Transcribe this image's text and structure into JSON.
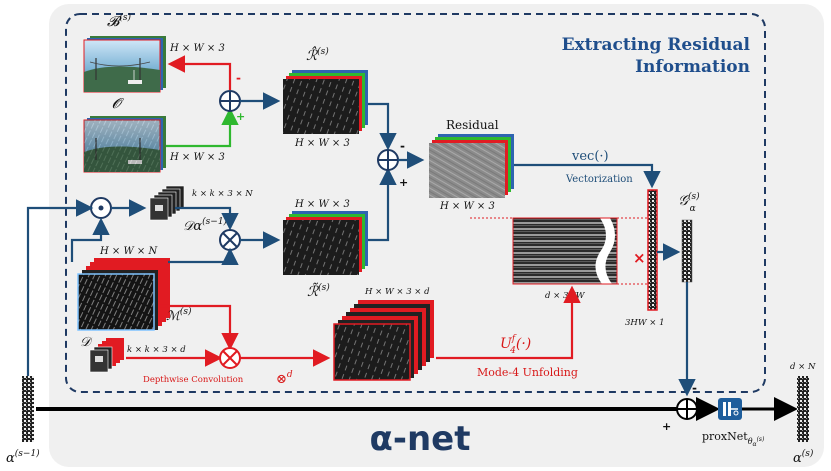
{
  "title": {
    "line1": "Extracting Residual",
    "line2": "Information"
  },
  "net_name": "α-net",
  "labels": {
    "B": "𝓑",
    "B_sup": "(s)",
    "O": "𝓞",
    "dim_B": "H × W × 3",
    "dim_O": "H × W × 3",
    "R_hat_top": "ℛ̂",
    "R_hat_top_sup": "(s)",
    "dim_R_top": "H × W × 3",
    "residual": "Residual",
    "dim_residual": "H × W × 3",
    "vec": "vec(·)",
    "vectorization": "Vectorization",
    "G": "𝒢",
    "G_sub": "α",
    "G_sup": "(s)",
    "D_alpha_dim": "k × k × 3 × N",
    "D_alpha": "𝒟α",
    "D_alpha_sup": "(s−1)",
    "dim_R_mid": "H × W × 3",
    "R_tilde": "ℛ̃",
    "R_tilde_sup": "(s)",
    "M_dim": "H × W × N",
    "M": "ℳ",
    "M_sup": "(s)",
    "D": "𝒟",
    "D_dim": "k × k × 3 × d",
    "depthwise": "Depthwise Convolution",
    "otimes_d": "⊗",
    "otimes_d_sup": "d",
    "stack_dim": "H × W × 3 × d",
    "U_label": "U",
    "U_sup": "f",
    "U_sub": "4",
    "U_arg": "(·)",
    "mode4": "Mode-4 Unfolding",
    "unfold_dim": "d × 3HW",
    "col_dim": "3HW × 1",
    "alpha_in": "α",
    "alpha_in_sup": "(s−1)",
    "alpha_out": "α",
    "alpha_out_sup": "(s)",
    "dN": "d × N",
    "proxnet": "proxNet",
    "proxnet_sub": "θ",
    "proxnet_subsub": "α",
    "proxnet_supsup": "(s)",
    "minus": "-",
    "plus": "+"
  },
  "colors": {
    "panel_bg": "#f0f0f0",
    "dashed_border": "#1f3a63",
    "title": "#1f4e8c",
    "net_title": "#1f3a63",
    "arrow_blue": "#1f4e79",
    "arrow_red": "#e11b22",
    "arrow_green": "#2fb82f",
    "main_line": "#000000",
    "red_label": "#d81818"
  }
}
